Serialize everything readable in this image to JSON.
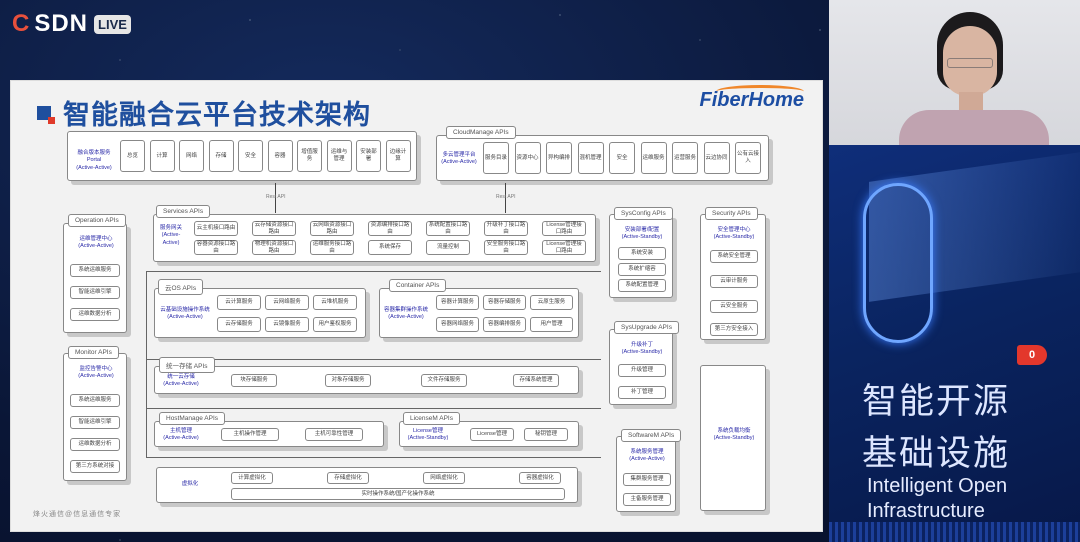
{
  "overlay": {
    "brand": "CSDN",
    "brand_c": "C",
    "brand_rest": "SDN",
    "live_badge": "LIVE"
  },
  "slide": {
    "title": "智能融合云平台技术架构",
    "brand_logo": "FiberHome",
    "footer": "烽火通信@信息通信专家",
    "portal": {
      "label_line1": "融合版本服务Portal",
      "label_line2": "(Active-Active)",
      "cells": [
        "总览",
        "计算",
        "网络",
        "存储",
        "安全",
        "容器",
        "增值服务",
        "运维与管理",
        "安装部署",
        "边缘计算"
      ]
    },
    "cloudmanage": {
      "tab": "CloudManage APIs",
      "label_line1": "多云管理平台",
      "label_line2": "(Active-Active)",
      "cells": [
        "服务目录",
        "资源中心",
        "异构编排",
        "混机管理",
        "安全",
        "运维服务",
        "运营服务",
        "云边协同",
        "公有云接入"
      ]
    },
    "rest_api_label": "Rest API",
    "operation": {
      "tab": "Operation APIs",
      "label_line1": "运维管理中心",
      "label_line2": "(Active-Active)",
      "cells": [
        "系统运维服务",
        "智能运维引擎",
        "运维数据分析"
      ]
    },
    "monitor": {
      "tab": "Monitor APIs",
      "label_line1": "监控告警中心",
      "label_line2": "(Active-Active)",
      "cells": [
        "系统运维服务",
        "智能运维引擎",
        "运维数据分析",
        "第三方系统对接"
      ]
    },
    "services": {
      "tab": "Services APIs",
      "label_line1": "服务网关",
      "label_line2": "(Active-",
      "label_line3": "Active)",
      "cells": [
        "云主机接口路由",
        "云存储资源接口路由",
        "云网络资源接口路由",
        "资源编排接口路由",
        "系统配置接口路由",
        "升级补丁接口路由",
        "License管理接口路由",
        "容器资源接口路由",
        "物理机资源接口路由",
        "运维服务接口路由",
        "系统保存",
        "流量控制",
        "安全服务接口路由",
        "License管理接口路由"
      ]
    },
    "cloudos": {
      "tab": "云OS APIs",
      "label_line1": "云基础设施操作系统",
      "label_line2": "(Active-Active)",
      "cells": [
        "云计算服务",
        "云网络服务",
        "云堆机服务",
        "云存储服务",
        "云镜像服务",
        "用户鉴权服务"
      ]
    },
    "container": {
      "tab": "Container APIs",
      "label_line1": "容器集群操作系统",
      "label_line2": "(Active-Active)",
      "cells": [
        "容器计算服务",
        "容器存储服务",
        "云原生服务",
        "容器网络服务",
        "容器编排服务",
        "用户管理"
      ]
    },
    "storage": {
      "tab": "统一存储 APIs",
      "label_line1": "统一云存储",
      "label_line2": "(Active-Active)",
      "cells": [
        "块存储服务",
        "对象存储服务",
        "文件存储服务",
        "存储系统管理"
      ]
    },
    "hostmanage": {
      "tab": "HostManage APIs",
      "label_line1": "主机管理",
      "label_line2": "(Active-Active)",
      "cells": [
        "主机操作管理",
        "主机可靠性管理"
      ]
    },
    "licensem": {
      "tab": "LicenseM APIs",
      "label_line1": "License管理",
      "label_line2": "(Active-Standby)",
      "cells": [
        "License管理",
        "秘钥管理"
      ]
    },
    "sysconfig": {
      "tab": "SysConfig APIs",
      "label_line1": "安装部署/配置",
      "label_line2": "(Active-Standby)",
      "cells": [
        "系统安装",
        "系统扩缩容",
        "系统配置管理"
      ]
    },
    "security": {
      "tab": "Security APIs",
      "label_line1": "安全管理中心",
      "label_line2": "(Active-Standby)",
      "cells": [
        "系统安全管理",
        "云审计服务",
        "云安全服务",
        "第三方安全接入"
      ]
    },
    "sysupgrade": {
      "tab": "SysUpgrade APIs",
      "label_line1": "升级补丁",
      "label_line2": "(Active-Standby)",
      "cells": [
        "升级管理",
        "补丁管理"
      ]
    },
    "softwarem": {
      "tab": "SoftwareM APIs",
      "label_line1": "系统服务管理",
      "label_line2": "(Active-Active)",
      "cells": [
        "集群服务管理",
        "主备服务管理"
      ]
    },
    "ha": {
      "label_line1": "系统负载均衡",
      "label_line2": "(Active-Standby)"
    },
    "virtualization": {
      "label": "虚拟化",
      "cells": [
        "计算虚拟化",
        "存储虚拟化",
        "网络虚拟化",
        "容器虚拟化"
      ],
      "base": "实时操作系统/国产化操作系统"
    }
  },
  "promo": {
    "badge": "0",
    "cn_line1": "智能开源",
    "cn_line2": "基础设施",
    "en_line1": "Intelligent Open",
    "en_line2": "Infrastructure"
  }
}
